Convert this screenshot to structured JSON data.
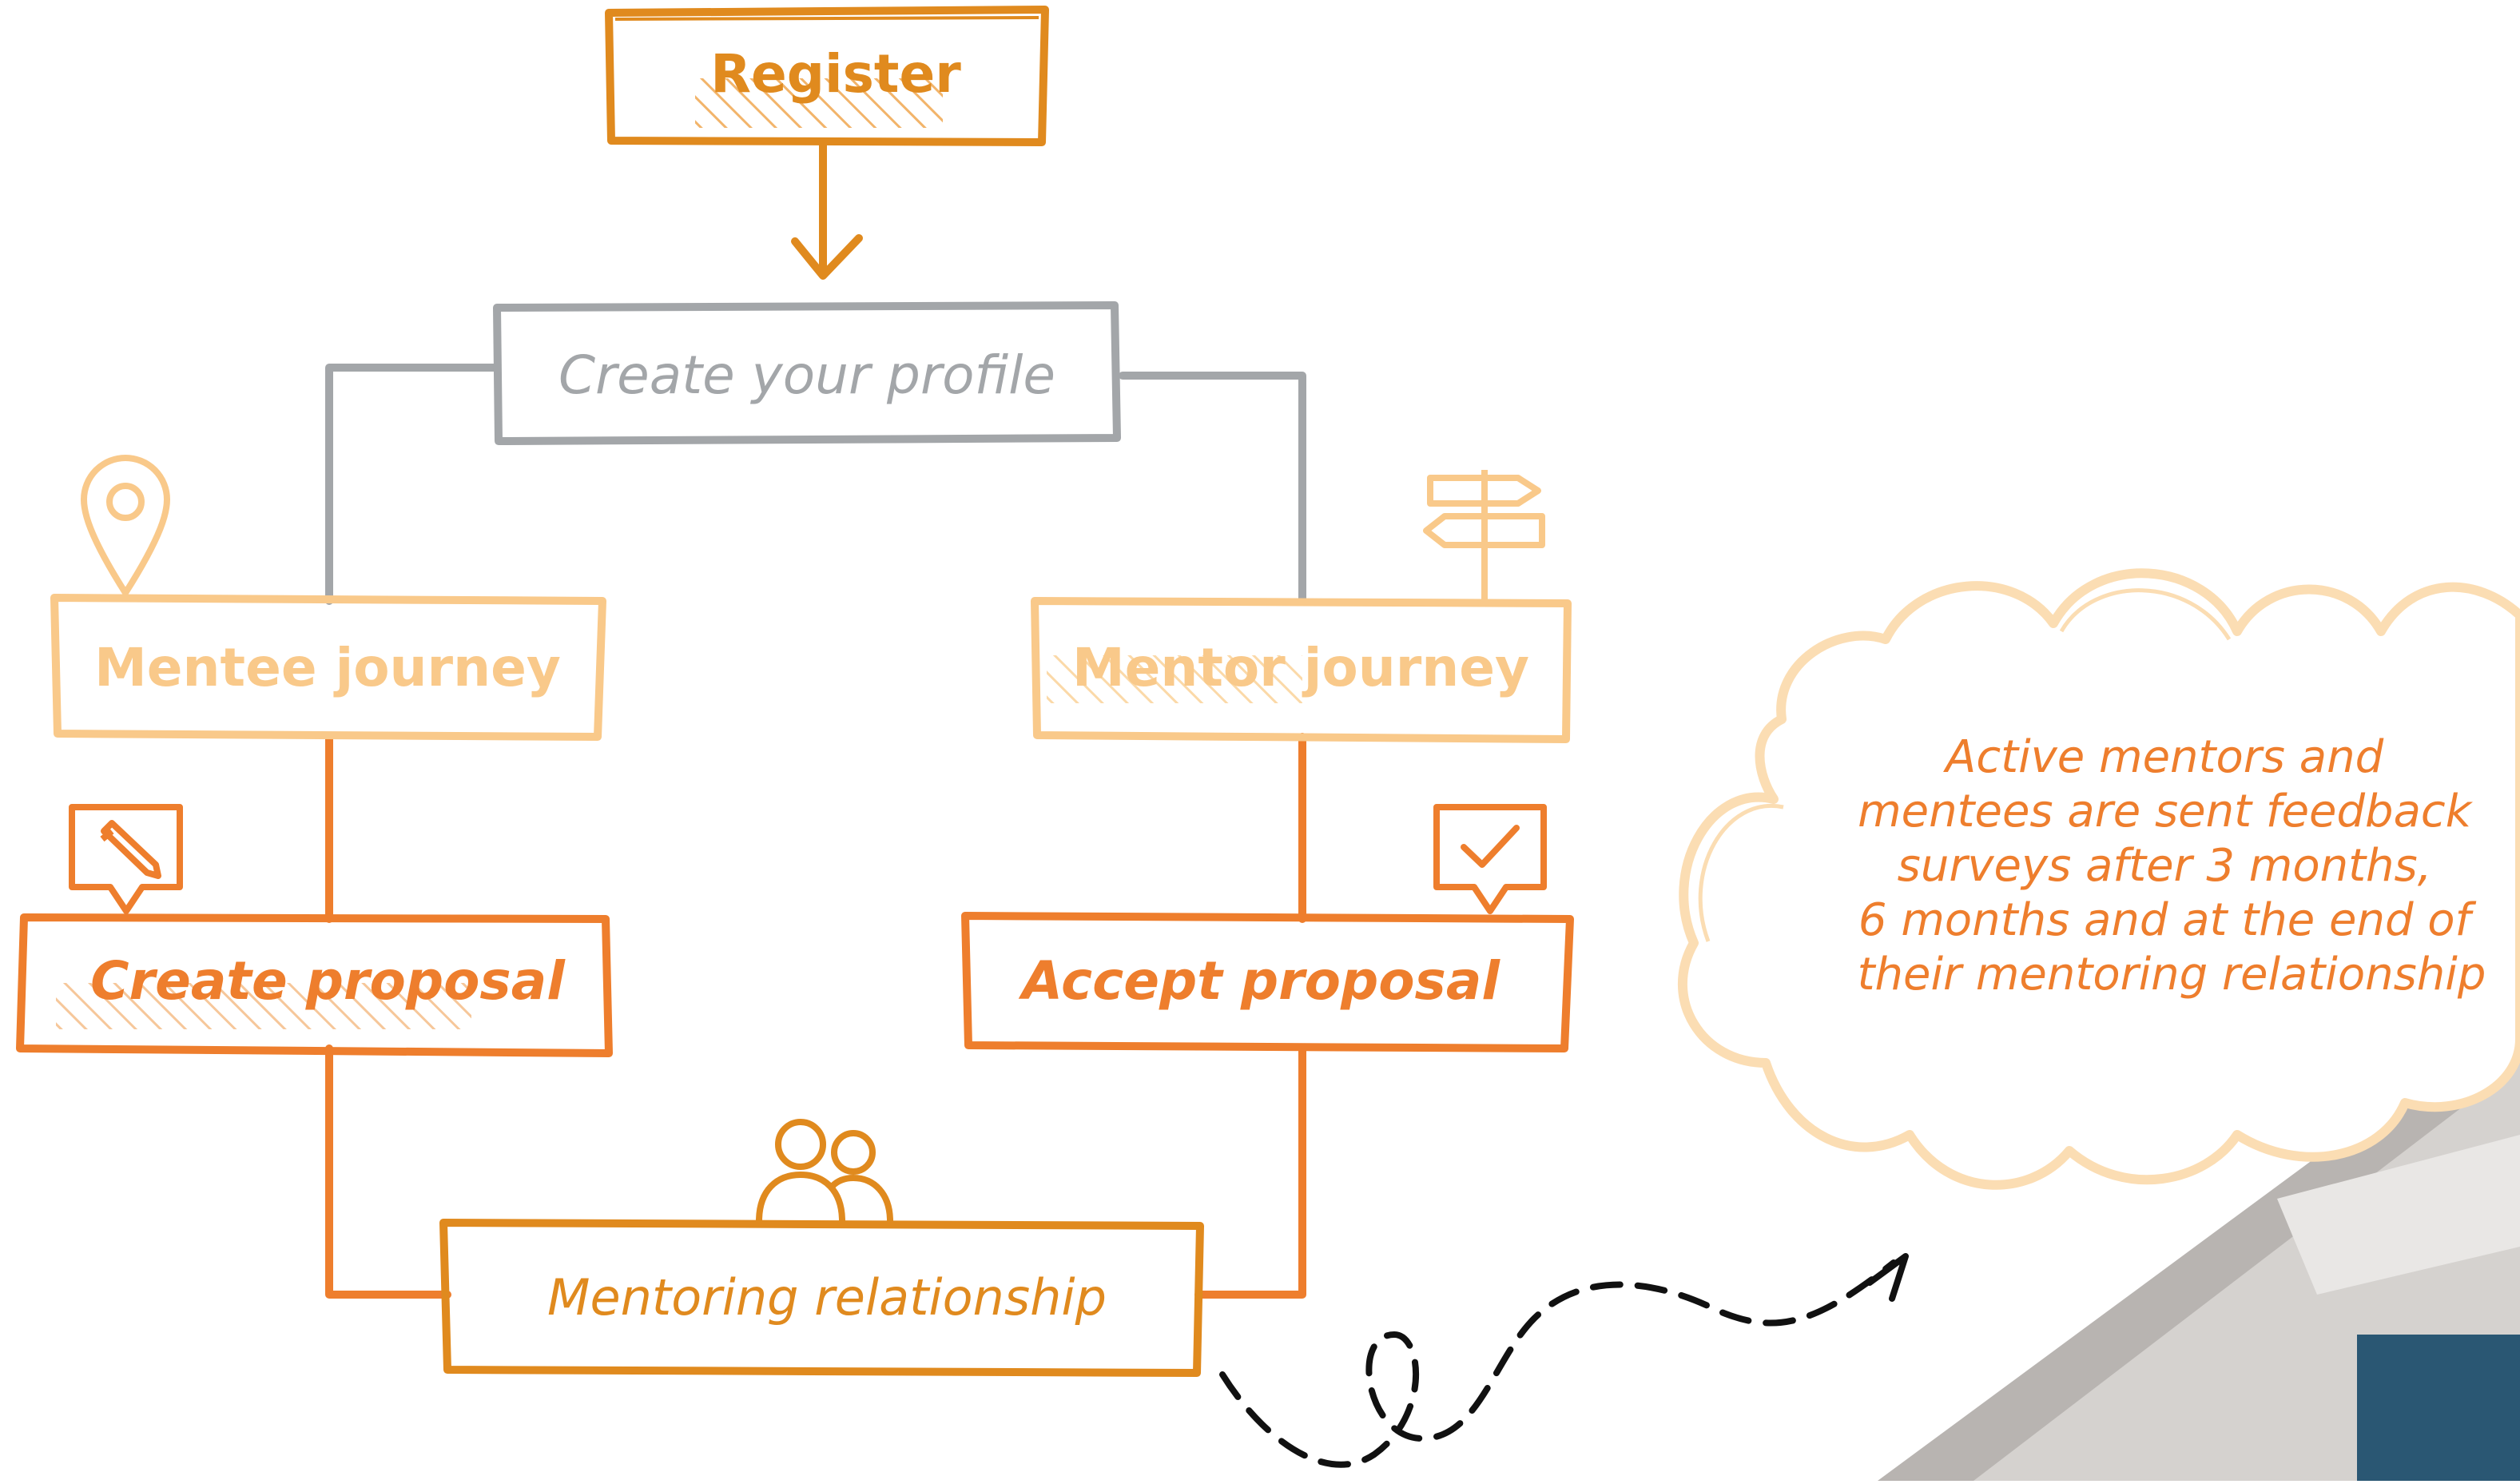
{
  "nodes": {
    "register": {
      "label": "Register"
    },
    "create_profile": {
      "label": "Create your profile"
    },
    "mentee_journey": {
      "label": "Mentee journey"
    },
    "mentor_journey": {
      "label": "Mentor journey"
    },
    "create_proposal": {
      "label": "Create proposal"
    },
    "accept_proposal": {
      "label": "Accept proposal"
    },
    "mentoring_relationship": {
      "label": "Mentoring relationship"
    }
  },
  "cloud": {
    "lines": [
      "Active mentors and",
      "mentees are sent feedback",
      "surveys after 3 months,",
      "6 months and at the end of",
      "their mentoring relationship"
    ]
  },
  "icons": {
    "mentee": "location-pin-icon",
    "mentor": "signpost-icon",
    "proposal_create": "pencil-speech-bubble-icon",
    "proposal_accept": "checkmark-speech-bubble-icon",
    "relationship": "two-people-icon",
    "feedback_arrow": "dashed-loop-arrow-icon"
  },
  "colors": {
    "dark_orange": "#E08A1E",
    "orange": "#EE7E2D",
    "light_orange": "#F9C98A",
    "pale_orange": "#FBDDB3",
    "gray": "#A3A6A9",
    "gray_text": "#9A9DA0",
    "black": "#111111"
  }
}
